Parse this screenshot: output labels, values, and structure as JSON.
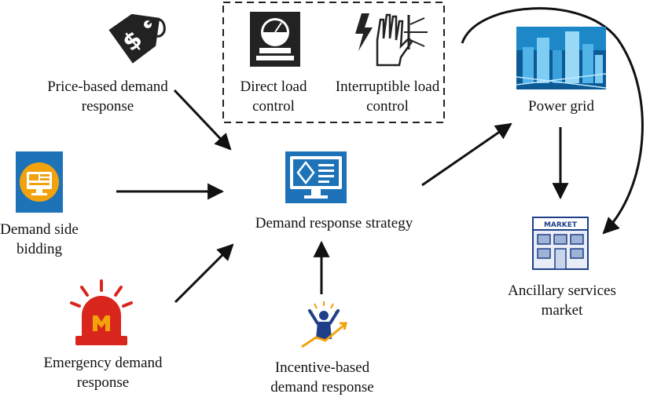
{
  "nodes": {
    "price_based": {
      "line1": "Price-based demand",
      "line2": "response"
    },
    "direct_load": {
      "line1": "Direct load",
      "line2": "control"
    },
    "interruptible_load": {
      "line1": "Interruptible load",
      "line2": "control"
    },
    "power_grid": {
      "label": "Power grid"
    },
    "demand_side_bidding": {
      "line1": "Demand side",
      "line2": "bidding"
    },
    "strategy": {
      "label": "Demand response strategy"
    },
    "ancillary": {
      "line1": "Ancillary services",
      "line2": "market",
      "sign": "MARKET"
    },
    "emergency": {
      "line1": "Emergency demand",
      "line2": "response"
    },
    "incentive": {
      "line1": "Incentive-based",
      "line2": "demand response"
    }
  },
  "icons": {
    "price_tag": "price-tag-icon",
    "scale": "weighing-scale-icon",
    "hand_shock": "hand-electric-shock-icon",
    "grid": "city-power-grid-icon",
    "bidding_monitor": "monitor-icon",
    "strategy_monitor": "strategy-monitor-icon",
    "market_building": "market-building-icon",
    "siren": "alarm-siren-icon",
    "incentive": "incentive-person-icon"
  },
  "colors": {
    "arrow": "#111111",
    "icon_blue": "#1e73b8",
    "icon_orange": "#f2a20d",
    "siren_red": "#d9261c",
    "dark_icon": "#222222"
  }
}
